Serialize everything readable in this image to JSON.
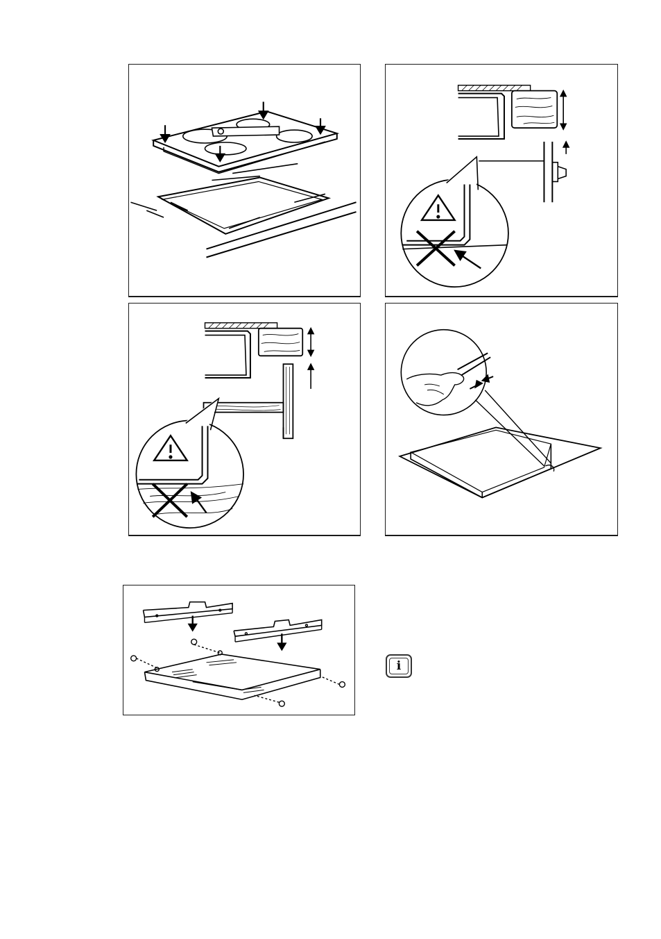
{
  "figures": [
    {
      "id": "fig-1",
      "icon": "hob-insertion-arrows-illustration"
    },
    {
      "id": "fig-2",
      "icon": "oven-below-warning-illustration"
    },
    {
      "id": "fig-3",
      "icon": "drawer-below-warning-illustration"
    },
    {
      "id": "fig-4",
      "icon": "seal-application-illustration"
    },
    {
      "id": "fig-5",
      "icon": "bracket-mounting-illustration"
    }
  ],
  "info": {
    "icon": "info-icon",
    "glyph": "i"
  }
}
